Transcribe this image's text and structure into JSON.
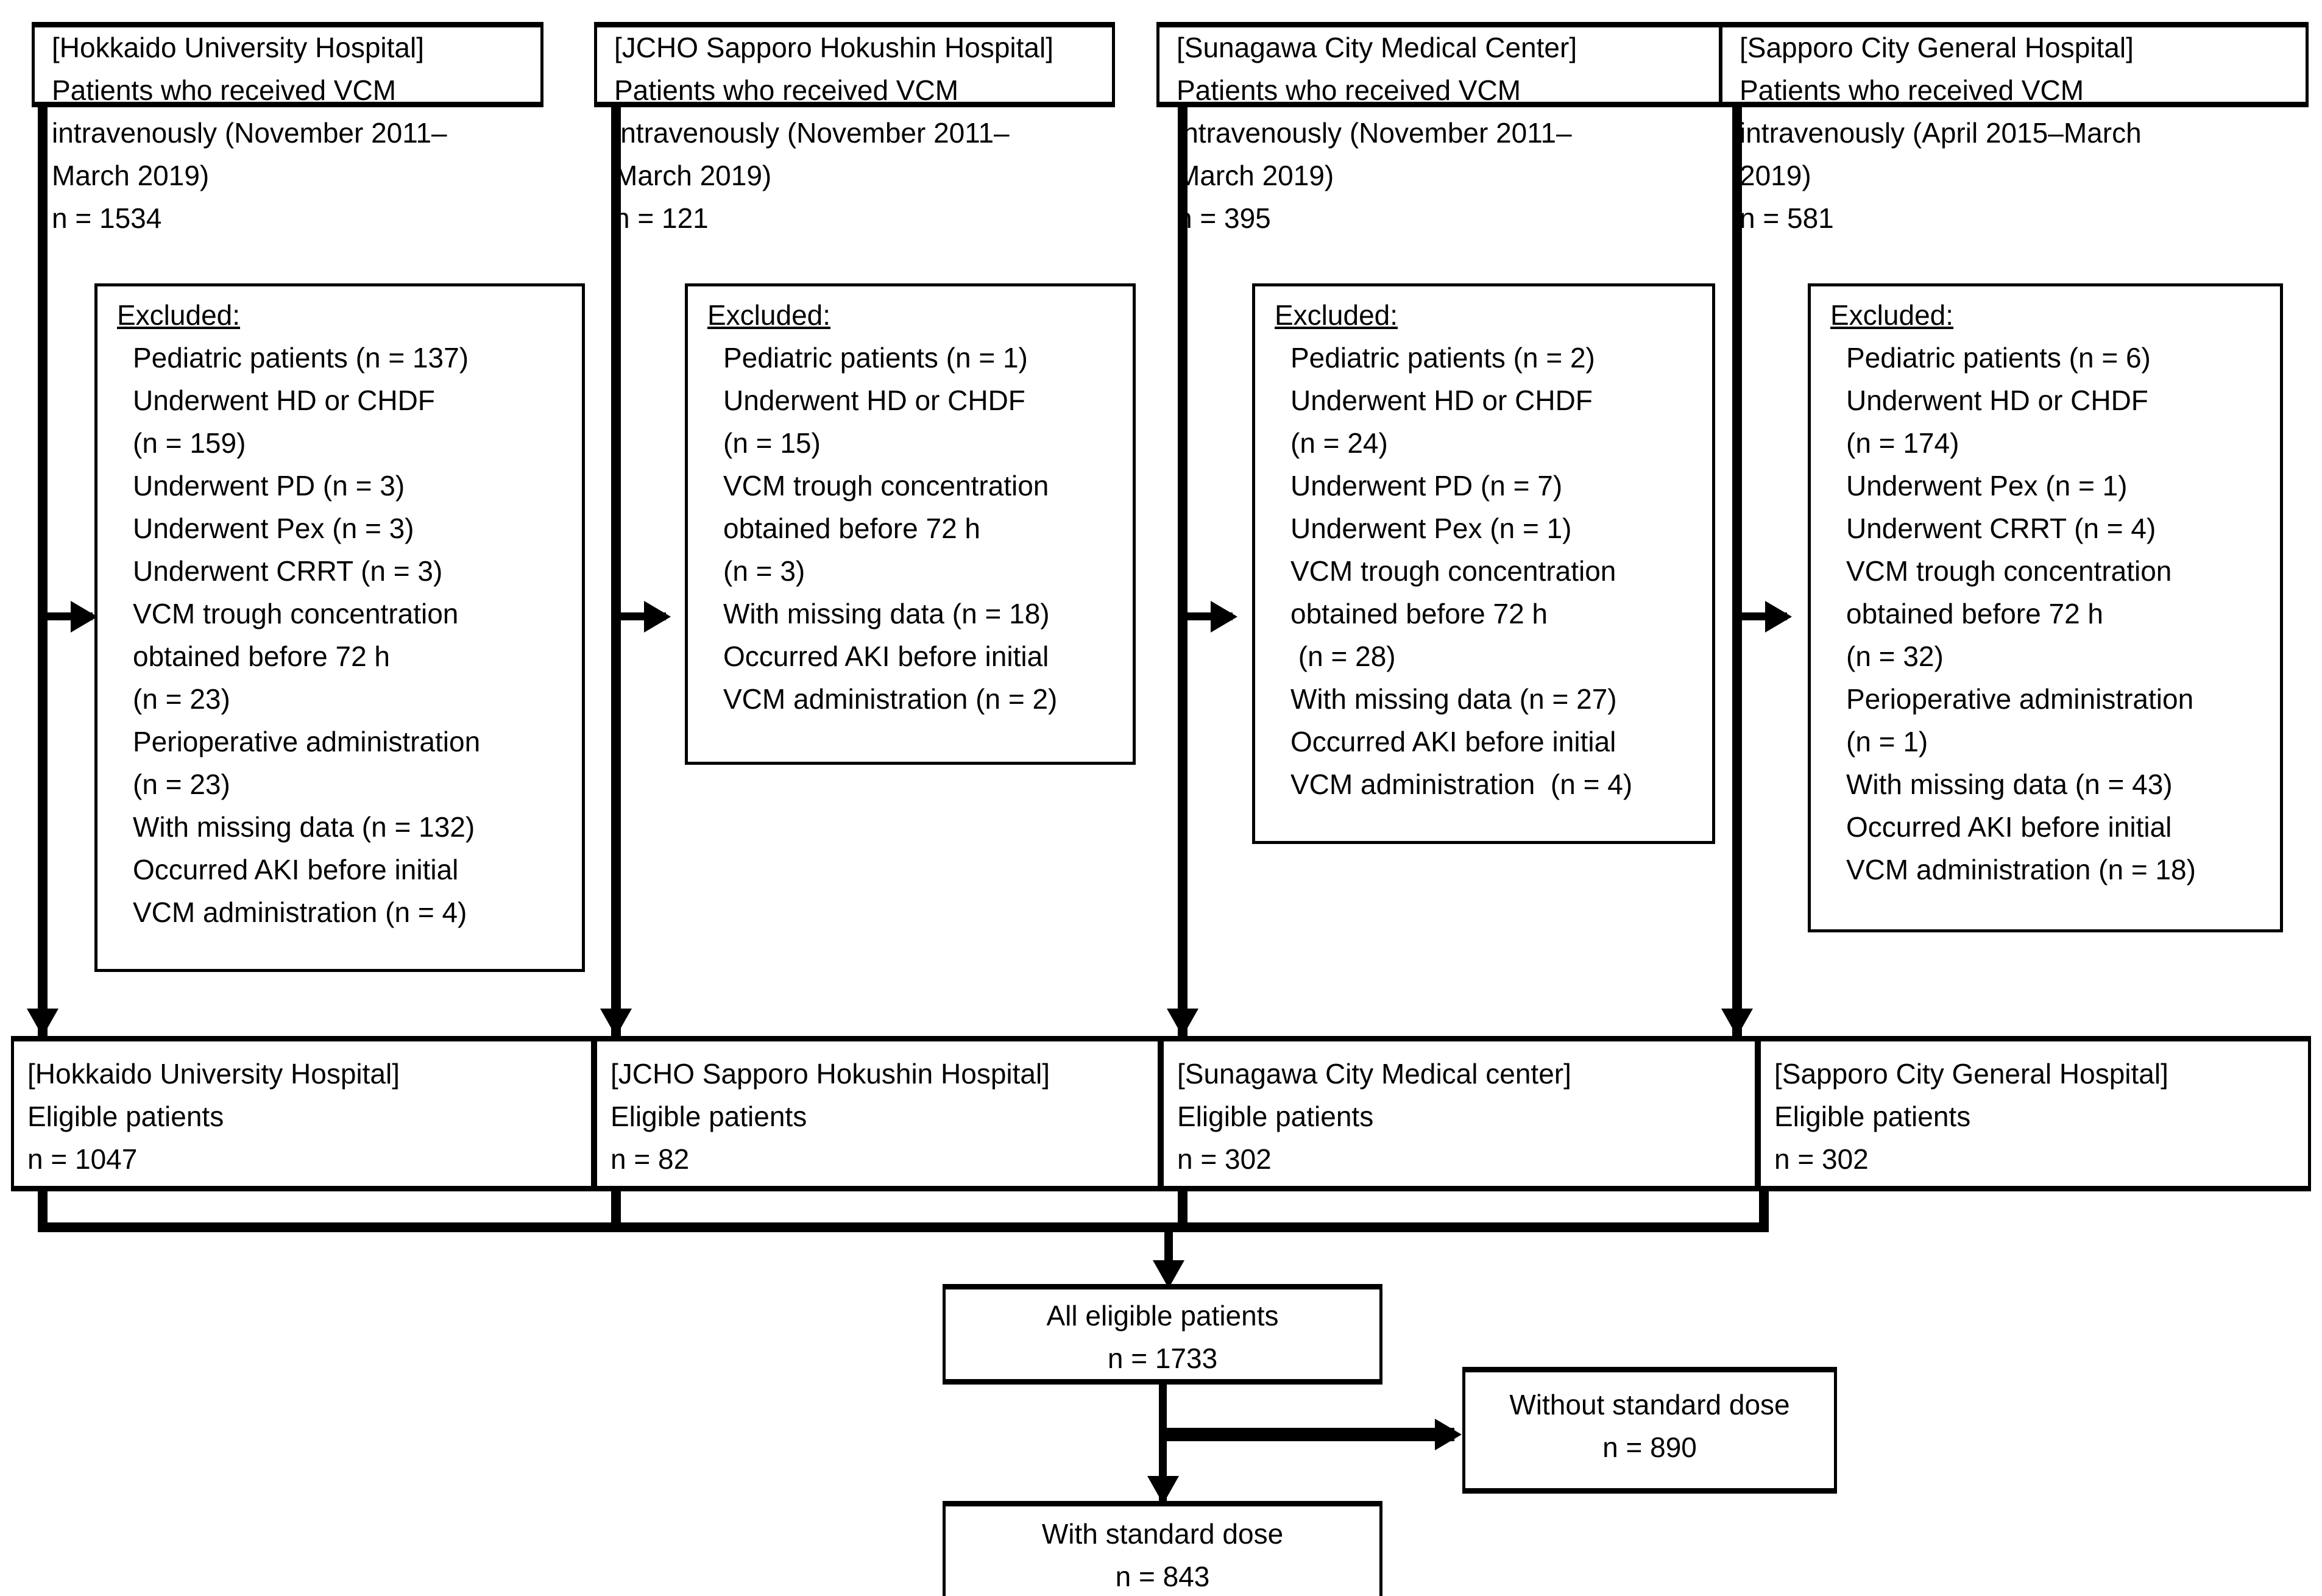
{
  "figure": {
    "type": "flow-diagram",
    "title": "Patient selection flow diagram (VCM / AKI multicenter study)"
  },
  "columns": [
    {
      "id": "hokkaido",
      "source_box": {
        "lines": [
          "[Hokkaido University Hospital]",
          "Patients who received VCM",
          "intravenously (November 2011–",
          "March 2019)",
          "n = 1534"
        ]
      },
      "excluded_box": {
        "heading": "Excluded:",
        "items": [
          "Pediatric patients (n = 137)",
          "Underwent HD or CHDF",
          "(n = 159)",
          "Underwent PD (n = 3)",
          "Underwent Pex (n = 3)",
          "Underwent CRRT (n = 3)",
          "VCM trough concentration",
          "obtained before 72 h",
          "(n = 23)",
          "Perioperative administration",
          "(n = 23)",
          "With missing data (n = 132)",
          "Occurred AKI before initial",
          "VCM administration (n = 4)"
        ]
      },
      "eligible_box": {
        "lines": [
          "[Hokkaido University Hospital]",
          "Eligible patients",
          "n = 1047"
        ]
      }
    },
    {
      "id": "jcho",
      "source_box": {
        "lines": [
          "[JCHO Sapporo Hokushin Hospital]",
          "Patients who received VCM",
          "intravenously (November 2011–",
          "March 2019)",
          "n = 121"
        ]
      },
      "excluded_box": {
        "heading": "Excluded:",
        "items": [
          "Pediatric patients (n = 1)",
          "Underwent HD or CHDF",
          "(n = 15)",
          "VCM trough concentration",
          "obtained before 72 h",
          "(n = 3)",
          "With missing data (n = 18)",
          "Occurred AKI before initial",
          "VCM administration (n = 2)"
        ]
      },
      "eligible_box": {
        "lines": [
          "[JCHO Sapporo Hokushin Hospital]",
          "Eligible patients",
          "n = 82"
        ]
      }
    },
    {
      "id": "sunagawa",
      "source_box": {
        "lines": [
          "[Sunagawa City Medical Center]",
          "Patients who received VCM",
          "intravenously (November 2011–",
          "March 2019)",
          "n = 395"
        ]
      },
      "excluded_box": {
        "heading": "Excluded:",
        "items": [
          "Pediatric patients (n = 2)",
          "Underwent HD or CHDF",
          "(n = 24)",
          "Underwent PD (n = 7)",
          "Underwent Pex (n = 1)",
          "VCM trough concentration",
          "obtained before 72 h",
          " (n = 28)",
          "With missing data (n = 27)",
          "Occurred AKI before initial",
          "VCM administration  (n = 4)"
        ]
      },
      "eligible_box": {
        "lines": [
          "[Sunagawa City Medical center]",
          "Eligible patients",
          "n = 302"
        ]
      }
    },
    {
      "id": "sapporo-general",
      "source_box": {
        "lines": [
          "[Sapporo City General Hospital]",
          "Patients who received VCM",
          "intravenously (April 2015–March",
          "2019)",
          "n = 581"
        ]
      },
      "excluded_box": {
        "heading": "Excluded:",
        "items": [
          "Pediatric patients (n = 6)",
          "Underwent HD or CHDF",
          "(n = 174)",
          "Underwent Pex (n = 1)",
          "Underwent CRRT (n = 4)",
          "VCM trough concentration",
          "obtained before 72 h",
          "(n = 32)",
          "Perioperative administration",
          "(n = 1)",
          "With missing data (n = 43)",
          "Occurred AKI before initial",
          "VCM administration (n = 18)"
        ]
      },
      "eligible_box": {
        "lines": [
          "[Sapporo City General Hospital]",
          "Eligible patients",
          "n = 302"
        ]
      }
    }
  ],
  "summary": {
    "all_eligible": {
      "label": "All eligible patients",
      "count": "n = 1733"
    },
    "without_standard_dose": {
      "label": "Without standard dose",
      "count": "n = 890"
    },
    "with_standard_dose": {
      "label": "With standard dose",
      "count": "n = 843"
    }
  }
}
